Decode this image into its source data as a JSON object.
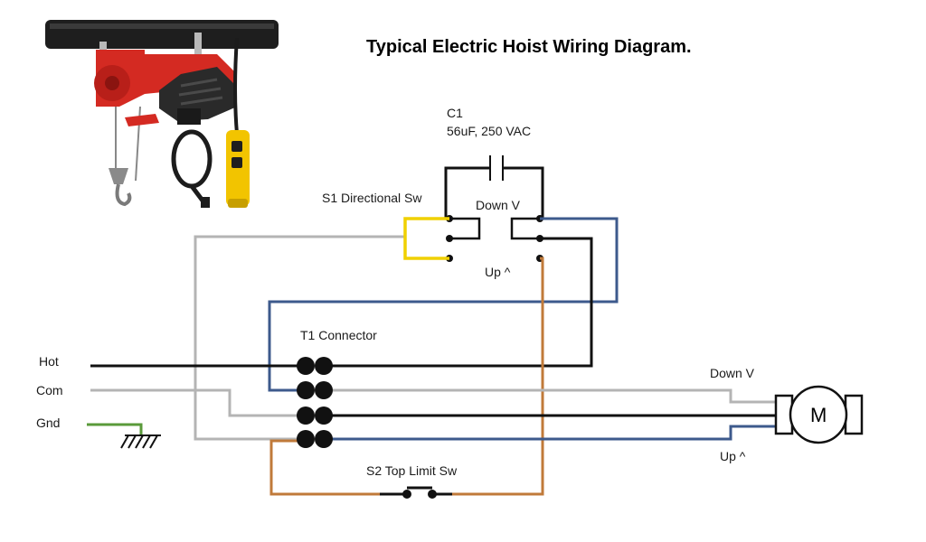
{
  "title": "Typical Electric Hoist Wiring Diagram.",
  "capacitor": {
    "name": "C1",
    "rating": "56uF, 250 VAC"
  },
  "switch_s1": {
    "label": "S1 Directional Sw",
    "down": "Down V",
    "up": "Up ^"
  },
  "connector": {
    "label": "T1 Connector"
  },
  "lines": {
    "hot": "Hot",
    "com": "Com",
    "gnd": "Gnd"
  },
  "motor": {
    "symbol": "M",
    "down": "Down V",
    "up": "Up ^"
  },
  "limit_switch": {
    "label": "S2 Top Limit Sw"
  },
  "colors": {
    "hot": "#111111",
    "neutral": "#b4b4b4",
    "blue": "#3d5a8c",
    "orange": "#c07a3a",
    "yellow": "#f0d000",
    "ground": "#5a9a3a",
    "hoist_red": "#d42a22"
  },
  "photo": {
    "description_icon": "electric-hoist-photo",
    "pendant_icon": "pendant-controller"
  }
}
